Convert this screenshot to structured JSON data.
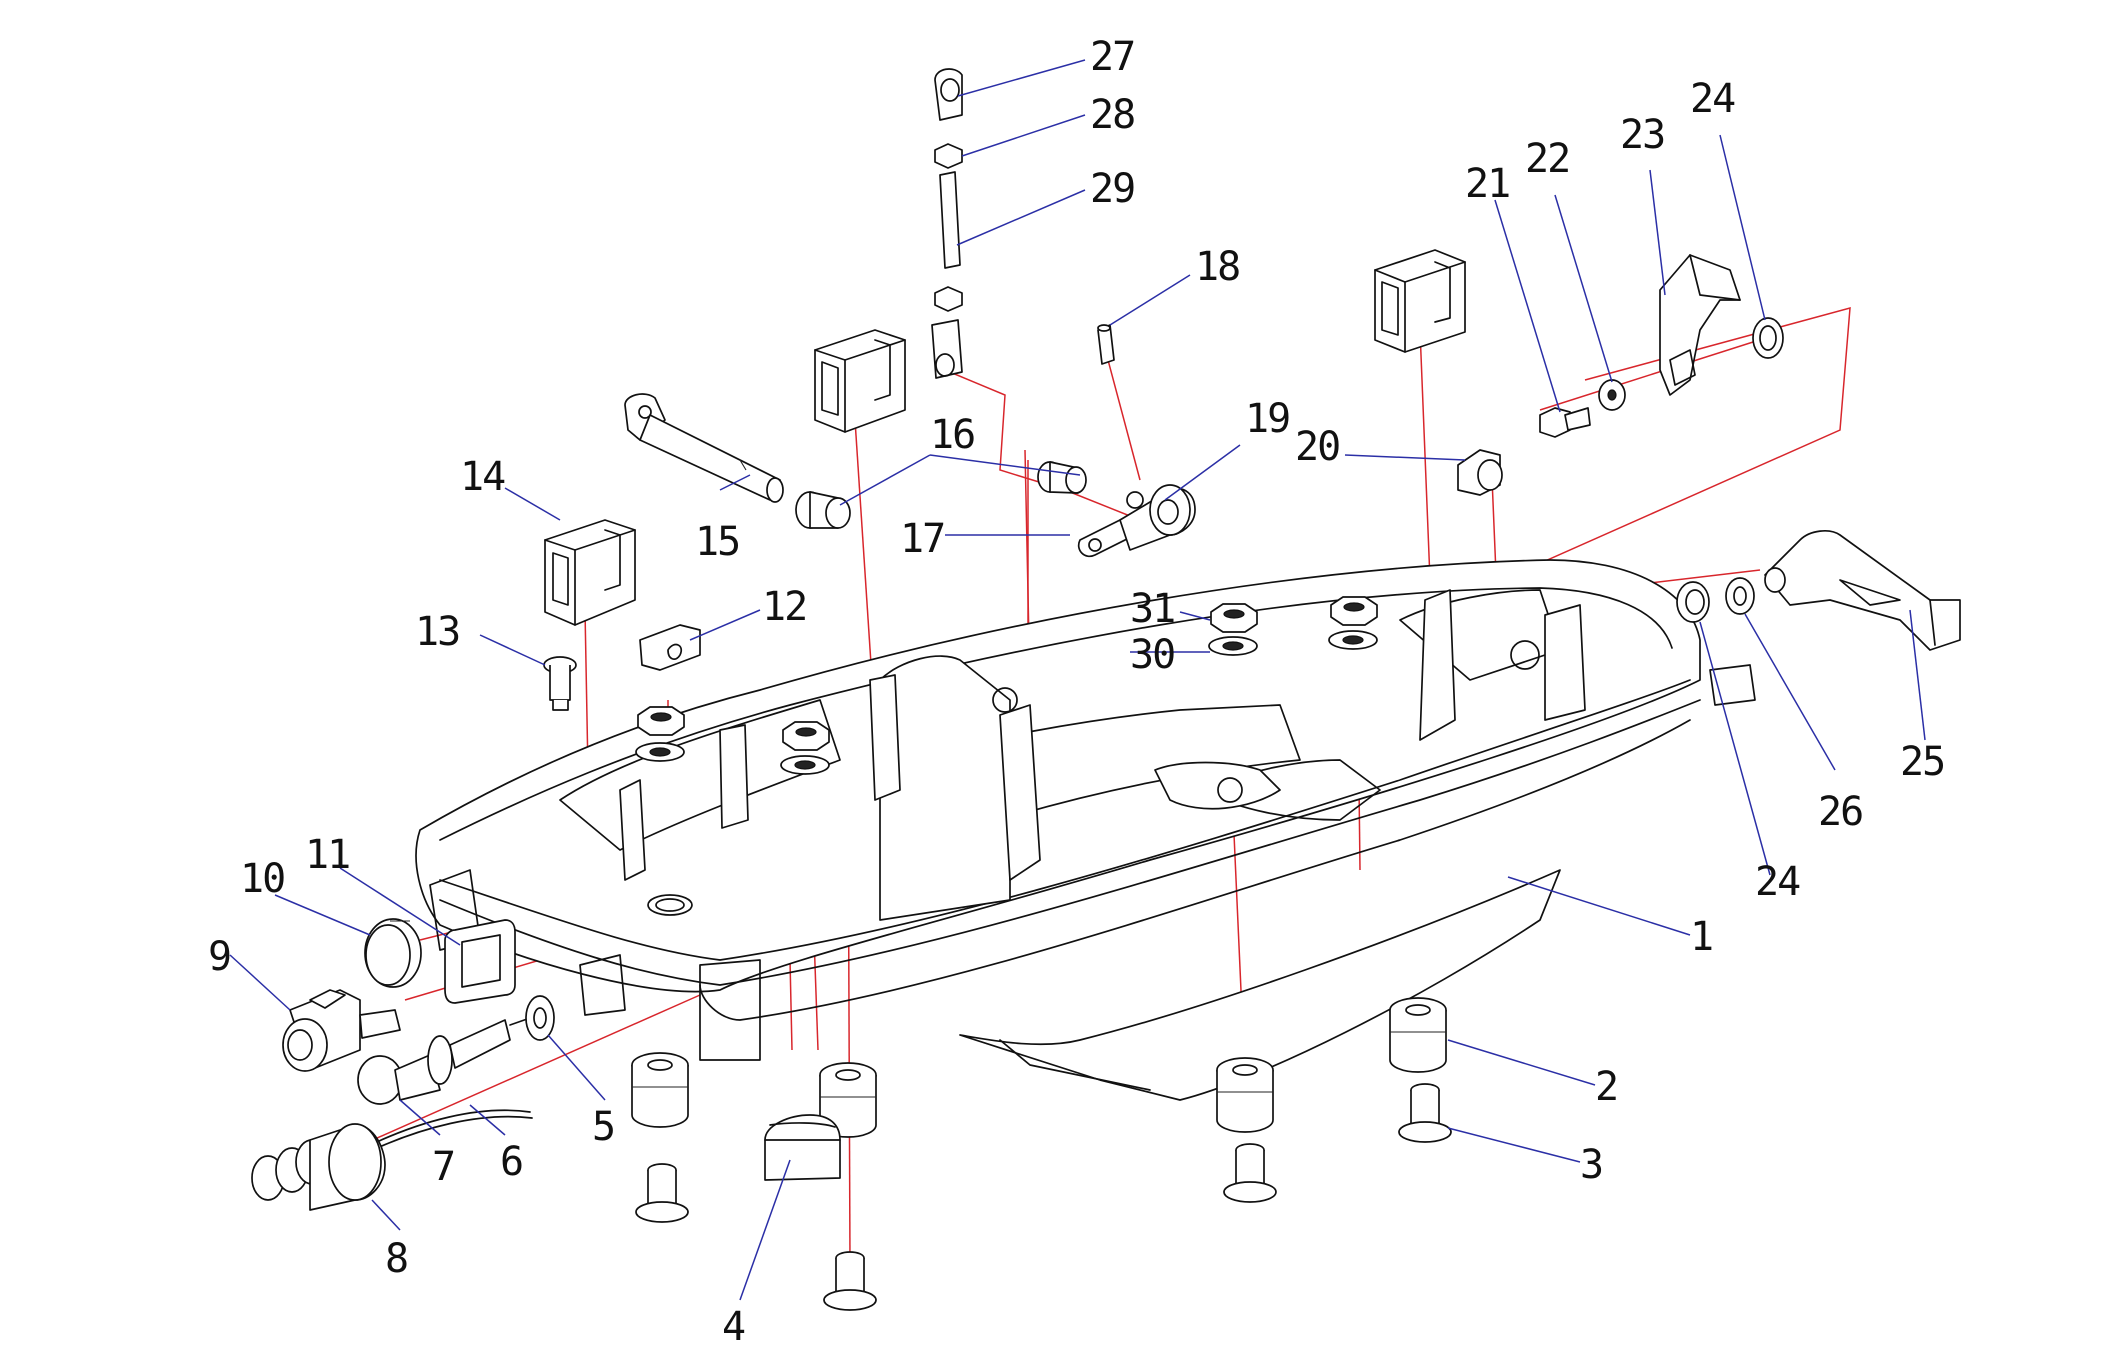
{
  "labels": [
    {
      "id": "1",
      "text": "1"
    },
    {
      "id": "2",
      "text": "2"
    },
    {
      "id": "3",
      "text": "3"
    },
    {
      "id": "4",
      "text": "4"
    },
    {
      "id": "5",
      "text": "5"
    },
    {
      "id": "6",
      "text": "6"
    },
    {
      "id": "7",
      "text": "7"
    },
    {
      "id": "8",
      "text": "8"
    },
    {
      "id": "9",
      "text": "9"
    },
    {
      "id": "10",
      "text": "10"
    },
    {
      "id": "11",
      "text": "11"
    },
    {
      "id": "12",
      "text": "12"
    },
    {
      "id": "13",
      "text": "13"
    },
    {
      "id": "14",
      "text": "14"
    },
    {
      "id": "15",
      "text": "15"
    },
    {
      "id": "16",
      "text": "16"
    },
    {
      "id": "17",
      "text": "17"
    },
    {
      "id": "18",
      "text": "18"
    },
    {
      "id": "19",
      "text": "19"
    },
    {
      "id": "20",
      "text": "20"
    },
    {
      "id": "21",
      "text": "21"
    },
    {
      "id": "22",
      "text": "22"
    },
    {
      "id": "23",
      "text": "23"
    },
    {
      "id": "24a",
      "text": "24"
    },
    {
      "id": "24b",
      "text": "24"
    },
    {
      "id": "25",
      "text": "25"
    },
    {
      "id": "26",
      "text": "26"
    },
    {
      "id": "27",
      "text": "27"
    },
    {
      "id": "28",
      "text": "28"
    },
    {
      "id": "29",
      "text": "29"
    },
    {
      "id": "30",
      "text": "30"
    },
    {
      "id": "31",
      "text": "31"
    }
  ],
  "colors": {
    "line": "#111111",
    "leader": "#2b2fa6",
    "assembly": "#d8262c"
  }
}
